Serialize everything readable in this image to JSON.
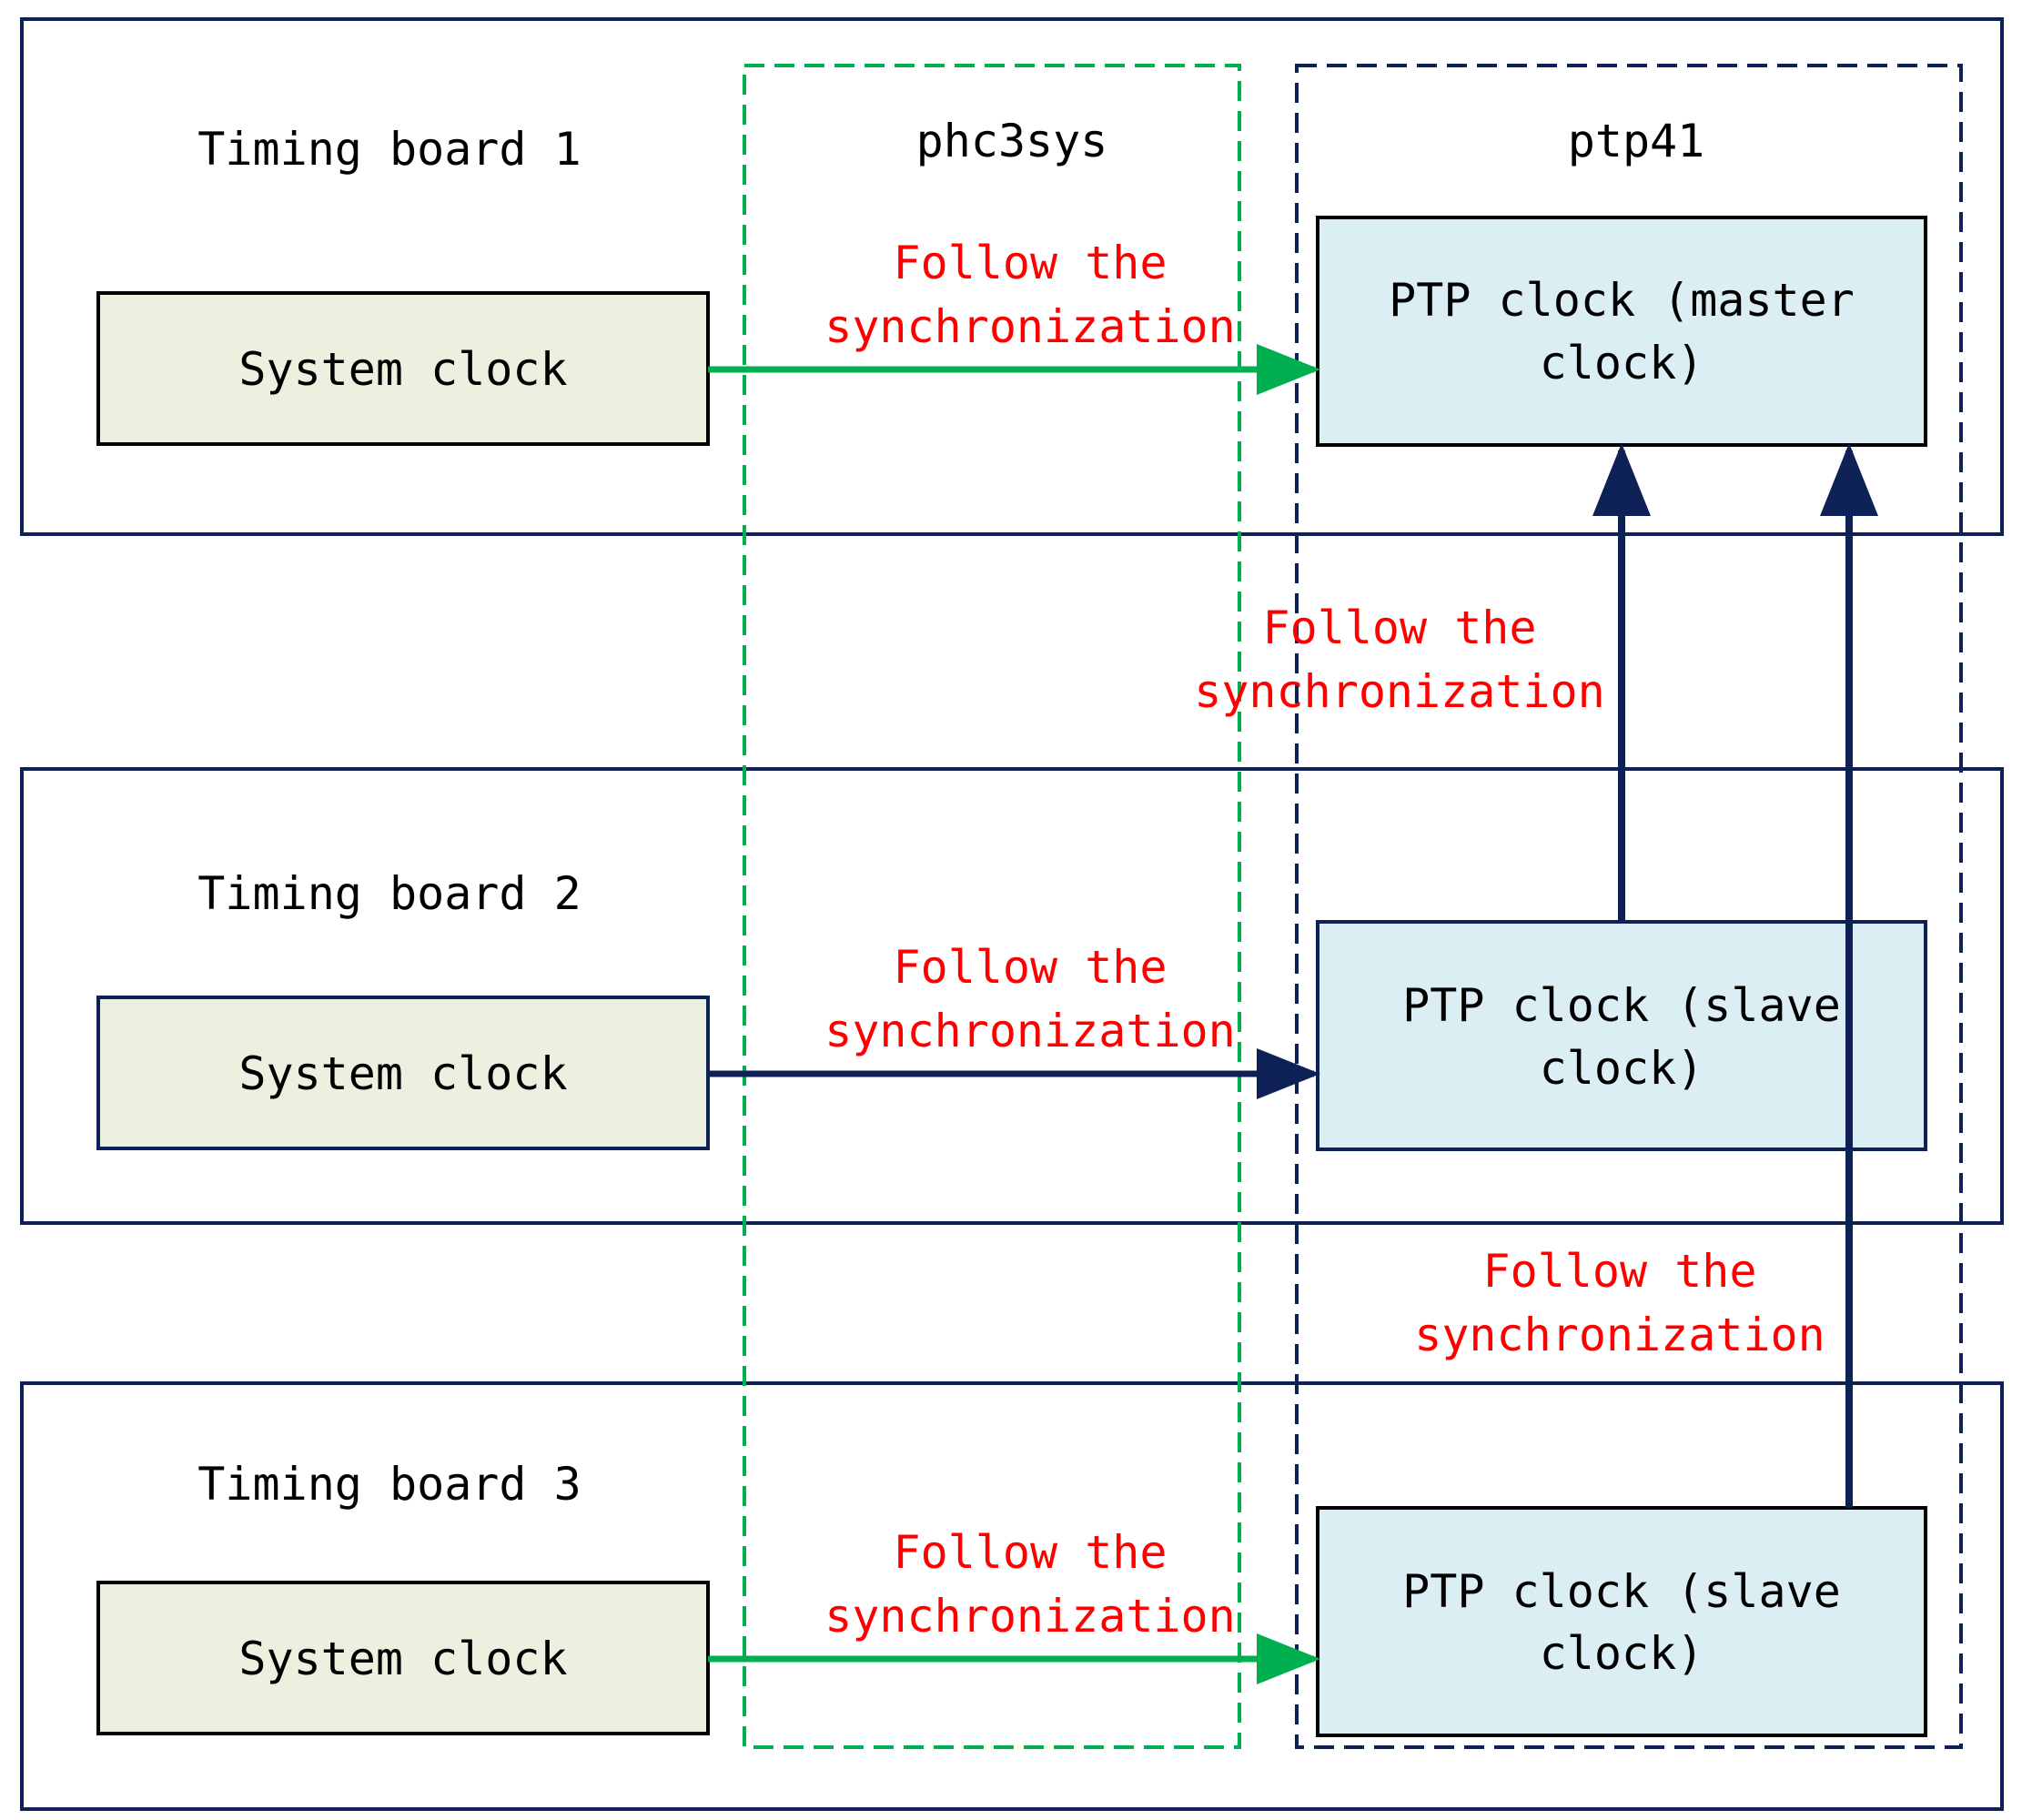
{
  "boards": [
    {
      "title": "Timing board 1",
      "system_clock": "System clock",
      "ptp_clock_lines": [
        "PTP clock (master",
        "clock)"
      ],
      "sync_label_lines": [
        "Follow the",
        "synchronization"
      ]
    },
    {
      "title": "Timing board 2",
      "system_clock": "System clock",
      "ptp_clock_lines": [
        "PTP clock (slave",
        "clock)"
      ],
      "sync_label_lines": [
        "Follow the",
        "synchronization"
      ]
    },
    {
      "title": "Timing board 3",
      "system_clock": "System clock",
      "ptp_clock_lines": [
        "PTP clock (slave",
        "clock)"
      ],
      "sync_label_lines": [
        "Follow the",
        "synchronization"
      ]
    }
  ],
  "regions": {
    "phc2sys": "phc3sys",
    "ptp4l": "ptp41"
  },
  "vertical_sync_labels": {
    "board2_to_board1": [
      "Follow the",
      "synchronization"
    ],
    "board3_to_board1": [
      "Follow the",
      "synchronization"
    ]
  },
  "colors": {
    "frame": "#0d2157",
    "green": "#00b050",
    "navy": "#0d2157",
    "label_red": "#ff0000",
    "system_clock_fill": "#ebf1de",
    "ptp_clock_fill": "#dbeef4"
  }
}
